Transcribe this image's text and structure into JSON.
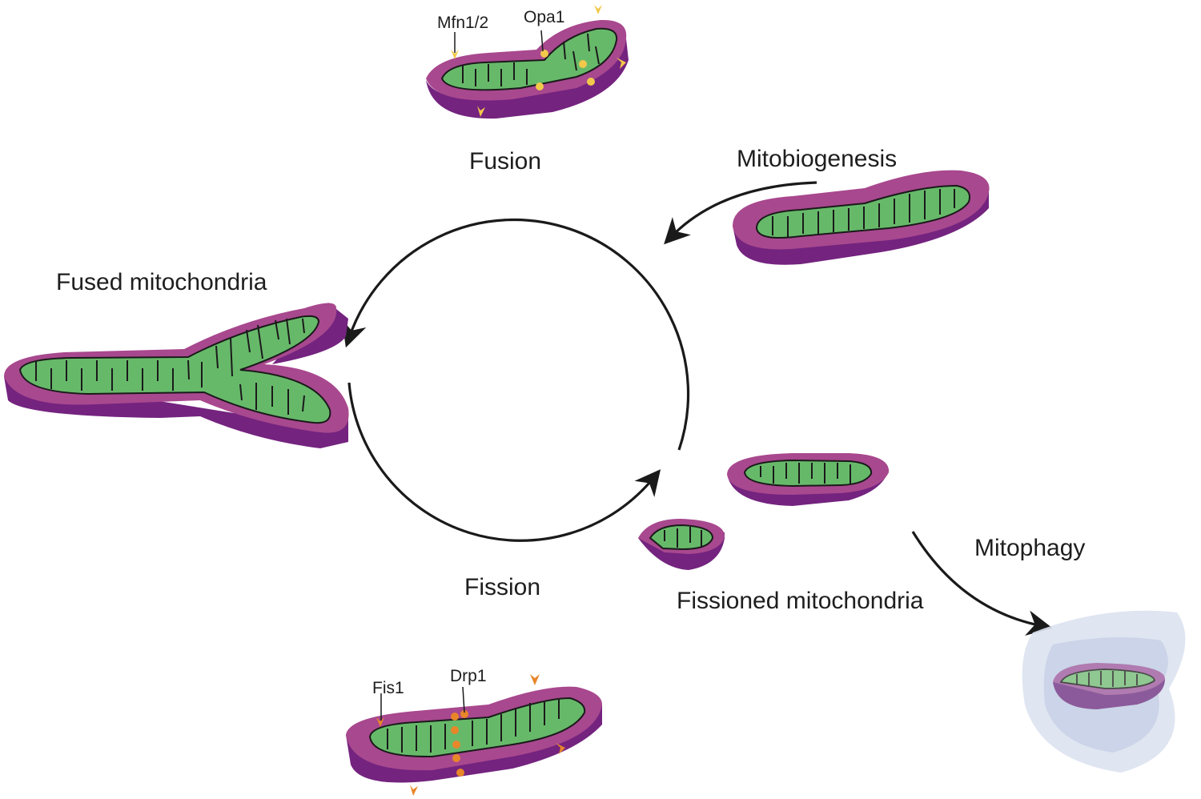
{
  "labels": {
    "fusion": "Fusion",
    "fission": "Fission",
    "mitobiogenesis": "Mitobiogenesis",
    "mitophagy": "Mitophagy",
    "fused": "Fused mitochondria",
    "fissioned": "Fissioned mitochondria",
    "mfn": "Mfn1/2",
    "opa": "Opa1",
    "fis1": "Fis1",
    "drp1": "Drp1"
  },
  "colors": {
    "outer_membrane_light": "#A8488E",
    "outer_membrane_dark": "#74237F",
    "matrix_green": "#67B96A",
    "line": "#1a1a1a",
    "fusion_marker": "#F2C84B",
    "fission_marker": "#E8862A",
    "autophagosome": "#D5DCEC"
  }
}
